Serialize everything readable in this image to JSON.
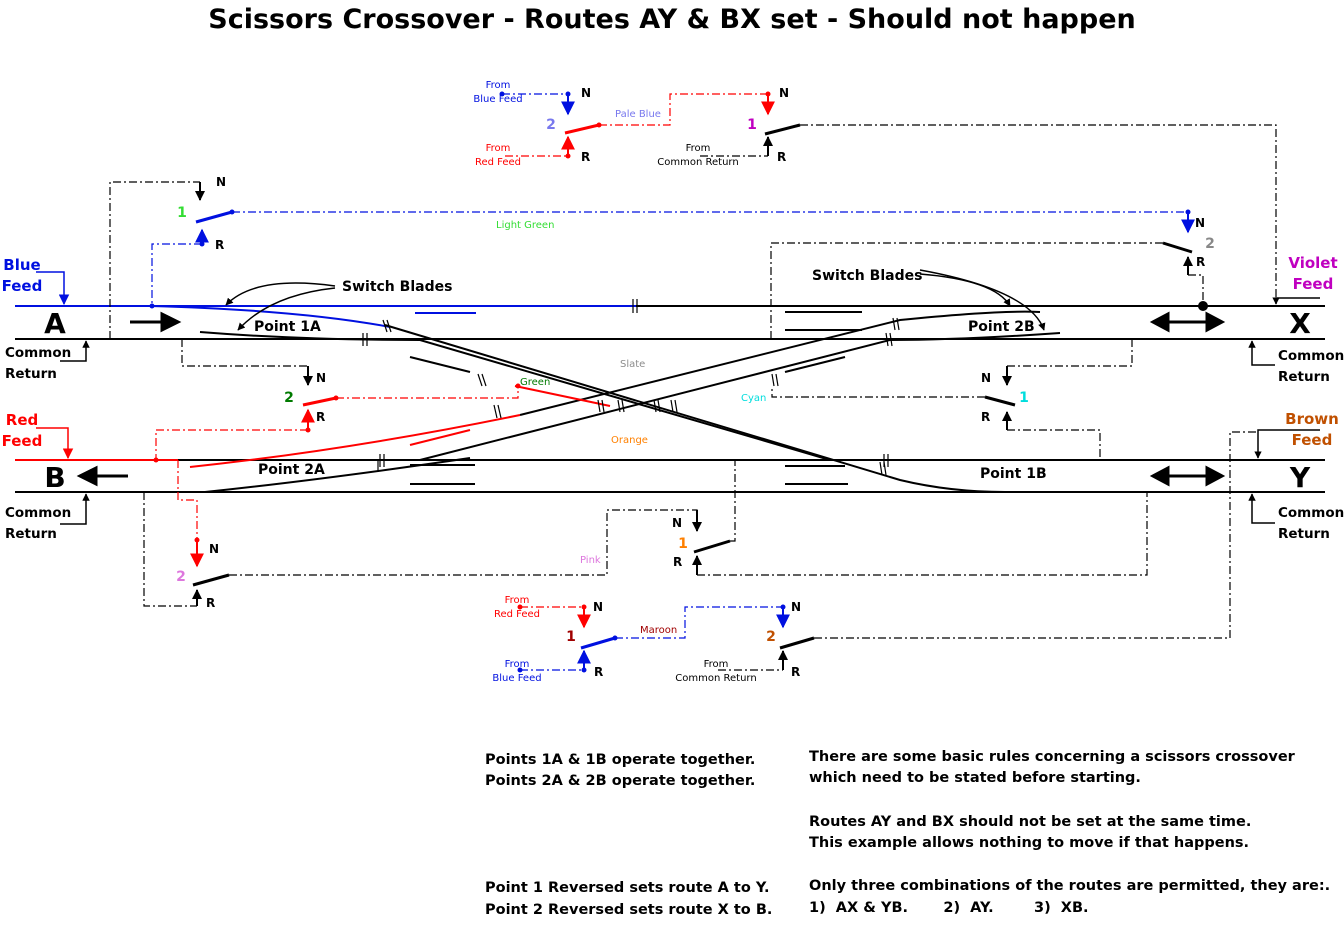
{
  "title": "Scissors Crossover - Routes AY & BX set - Should not happen",
  "ends": {
    "a": "A",
    "b": "B",
    "x": "X",
    "y": "Y"
  },
  "feeds": {
    "blue": [
      "Blue",
      "Feed"
    ],
    "red": [
      "Red",
      "Feed"
    ],
    "violet": [
      "Violet",
      "Feed"
    ],
    "brown": [
      "Brown",
      "Feed"
    ]
  },
  "common_return": [
    "Common",
    "Return"
  ],
  "switch_blades": "Switch Blades",
  "points": {
    "p1a": "Point 1A",
    "p2a": "Point 2A",
    "p1b": "Point 1B",
    "p2b": "Point 2B"
  },
  "wires": {
    "light_green": "Light Green",
    "slate": "Slate",
    "green": "Green",
    "cyan": "Cyan",
    "orange": "Orange",
    "pink": "Pink",
    "pale_blue": "Pale Blue",
    "maroon": "Maroon"
  },
  "contacts": {
    "n": "N",
    "r": "R",
    "one": "1",
    "two": "2"
  },
  "from": {
    "from": "From",
    "blue_feed": "Blue Feed",
    "red_feed": "Red Feed",
    "common_return": "Common Return"
  },
  "notes": {
    "left": [
      "Points 1A & 1B operate together.",
      "Points 2A & 2B operate together.",
      "Point 1 Reversed sets route A to Y.",
      "Point 2 Reversed sets route X to B."
    ],
    "right": [
      "There are some basic rules concerning a scissors crossover",
      "which need to be stated before starting.",
      "Routes AY and BX should not be set at the same time.",
      "This example allows nothing to move if that happens.",
      "Only three combinations of the routes are permitted, they are:.",
      "1)  AX & YB.       2)  AY.        3)  XB."
    ]
  },
  "colors": {
    "black": "#000000",
    "blue": "#0010e0",
    "red": "#ff0000",
    "green": "#00b000",
    "light_green": "#33dd33",
    "dark_green": "#007a00",
    "slate": "#8c8c8c",
    "cyan": "#00dddd",
    "orange": "#ff8000",
    "pink": "#dd77dd",
    "pale_blue": "#7878ee",
    "maroon": "#a00000",
    "violet": "#c000c0",
    "brown": "#c05000",
    "grey": "#888888"
  }
}
